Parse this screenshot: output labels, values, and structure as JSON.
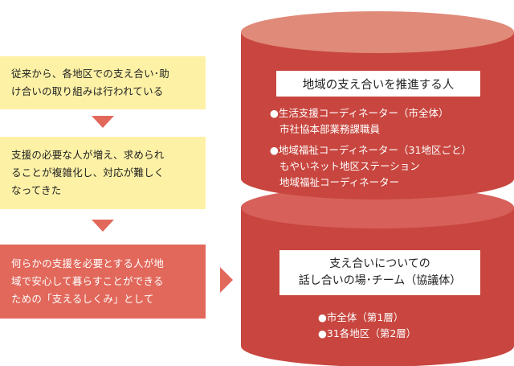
{
  "steps": [
    {
      "text": "従来から、各地区での支え合い･助\nけ合いの取り組みは行われている"
    },
    {
      "text": "支援の必要な人が増え、求められ\nることが複雑化し、対応が難しく\nなってきた"
    },
    {
      "text": "何らかの支援を必要とする人が地\n域で安心して暮らすことができる\nための「支えるしくみ」として"
    }
  ],
  "upper": {
    "heading": "地域の支え合いを推進する人",
    "items": [
      {
        "title": "●生活支援コーディネーター（市全体）",
        "lines": [
          "市社協本部業務課職員"
        ]
      },
      {
        "title": "●地域福祉コーディネーター（31地区ごと）",
        "lines": [
          "もやいネット地区ステーション",
          "地域福祉コーディネーター"
        ]
      }
    ]
  },
  "lower": {
    "heading_line1": "支え合いについての",
    "heading_line2": "話し合いの場･チーム（協議体）",
    "items": [
      "●市全体（第1層）",
      "●31各地区（第2層）"
    ]
  },
  "colors": {
    "yellow": "#fdf1a6",
    "red": "#e2685b",
    "cylinder_body": "#c8463f",
    "cylinder_top": "#e08a7a",
    "cylinder_lower_top": "#d7605a"
  }
}
